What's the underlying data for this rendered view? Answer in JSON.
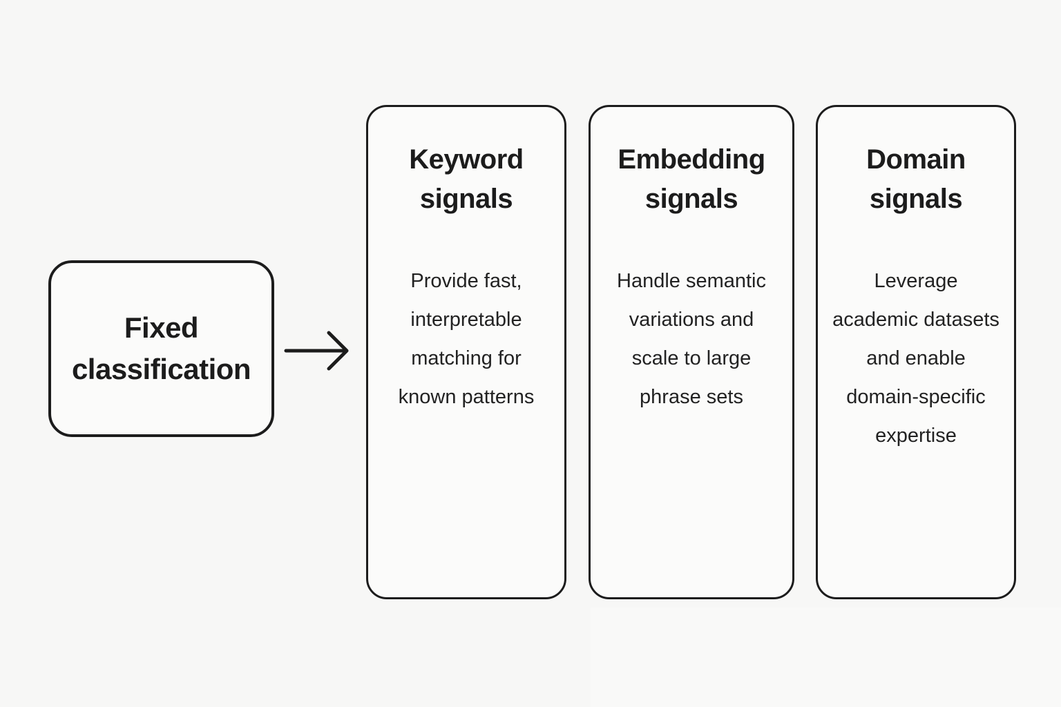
{
  "diagram": {
    "source": {
      "label": "Fixed classification"
    },
    "arrow": {
      "icon": "right-arrow-icon",
      "direction": "right"
    },
    "cards": [
      {
        "title": "Keyword signals",
        "body": "Provide fast, interpretable matching for known patterns"
      },
      {
        "title": "Embedding signals",
        "body": "Handle semantic variations and scale to large phrase sets"
      },
      {
        "title": "Domain signals",
        "body": "Leverage academic datasets and enable domain-specific expertise"
      }
    ],
    "colors": {
      "background": "#f7f7f6",
      "box_fill": "#fbfbfa",
      "stroke": "#1c1c1c",
      "text": "#1c1c1c"
    }
  }
}
